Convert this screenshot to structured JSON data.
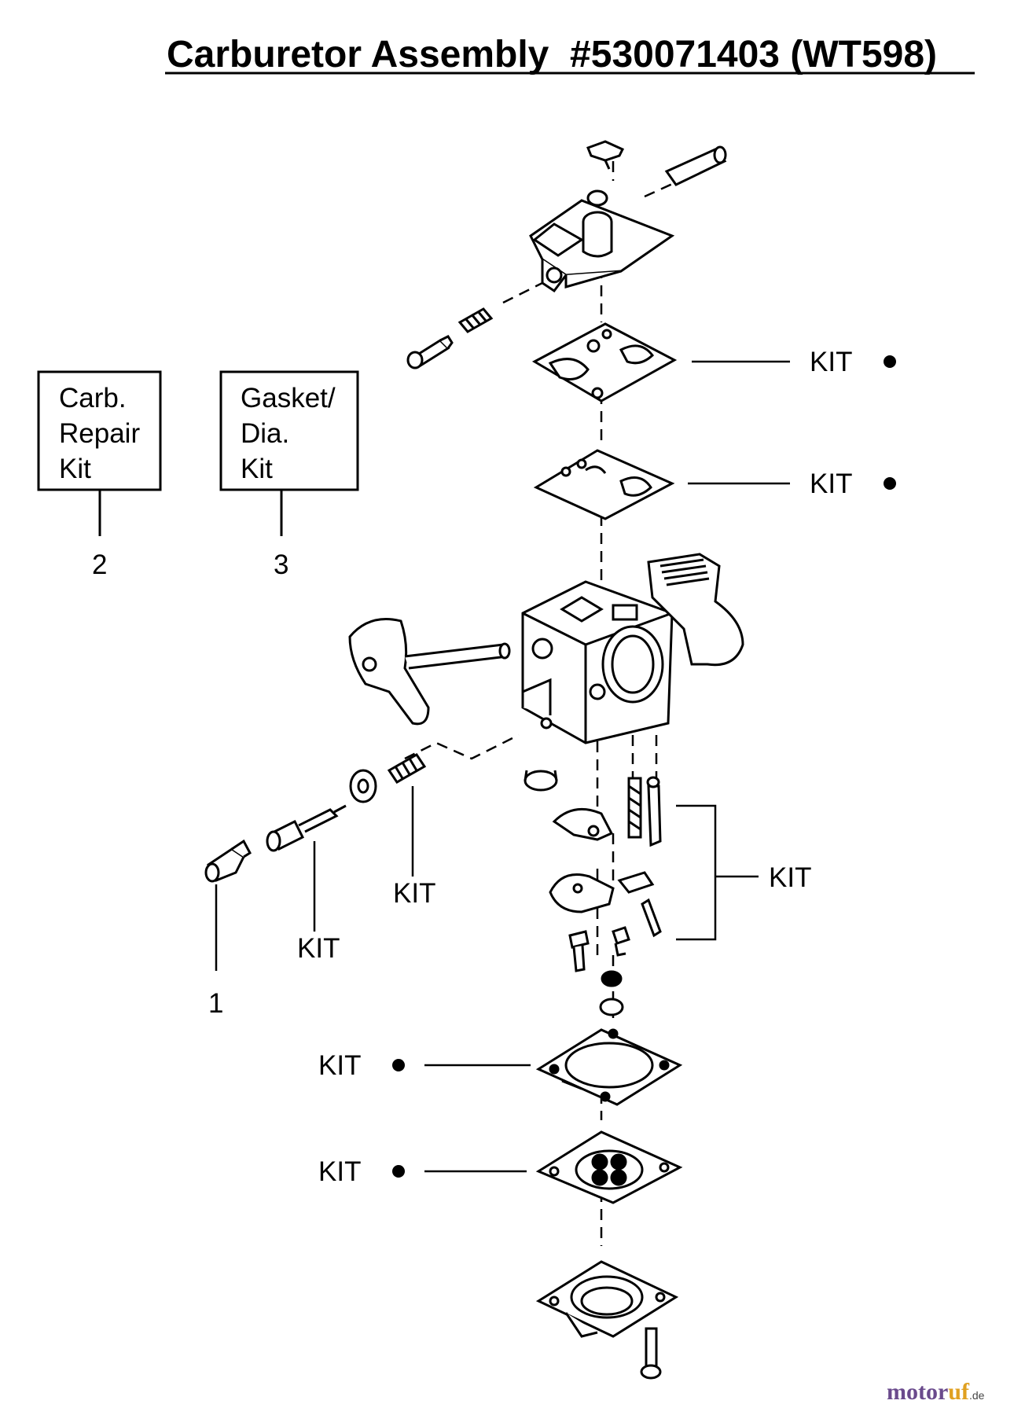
{
  "title": "Carburetor Assembly  #530071403 (WT598)",
  "kit_boxes": [
    {
      "lines": [
        "Carb.",
        "Repair",
        "Kit"
      ],
      "number": "2"
    },
    {
      "lines": [
        "Gasket/",
        "Dia.",
        "Kit"
      ],
      "number": "3"
    }
  ],
  "callouts": {
    "kit": "KIT",
    "item_1": "1"
  },
  "brand": {
    "part_a": "motor",
    "part_b": "uf",
    "suffix": ".de"
  },
  "colors": {
    "ink": "#000000",
    "brand_purple": "#6a4a8c",
    "brand_orange": "#e0a020"
  }
}
